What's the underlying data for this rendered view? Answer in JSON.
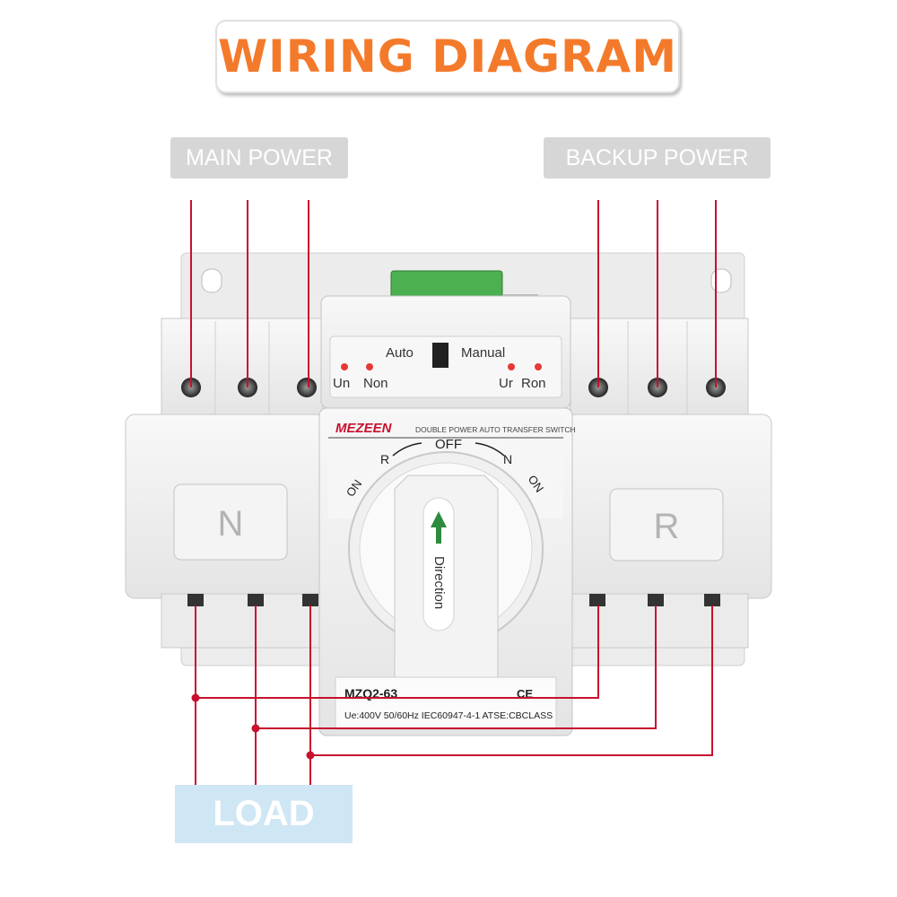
{
  "title": "WIRING DIAGRAM",
  "labels": {
    "main_power": "MAIN POWER",
    "backup_power": "BACKUP POWER",
    "load": "LOAD"
  },
  "device": {
    "mode_auto": "Auto",
    "mode_manual": "Manual",
    "led_un": "Un",
    "led_non": "Non",
    "led_ur": "Ur",
    "led_ron": "Ron",
    "brand": "MEZEEN",
    "subtitle": "DOUBLE POWER AUTO TRANSFER SWITCH",
    "dial_off": "OFF",
    "dial_r": "R",
    "dial_n": "N",
    "dial_on_left": "ON",
    "dial_on_right": "ON",
    "handle_text": "Direction",
    "panel_n": "N",
    "panel_r": "R",
    "model": "MZQ2-63",
    "ce_mark": "CE",
    "specs": "Ue:400V  50/60Hz  IEC60947-4-1  ATSE:CBCLASS"
  },
  "colors": {
    "title_orange": "#f47a2b",
    "wire_red": "#c8102e",
    "tag_gray": "#d6d6d6",
    "load_blue": "#cfe6f4",
    "device_white": "#f2f2f2"
  }
}
